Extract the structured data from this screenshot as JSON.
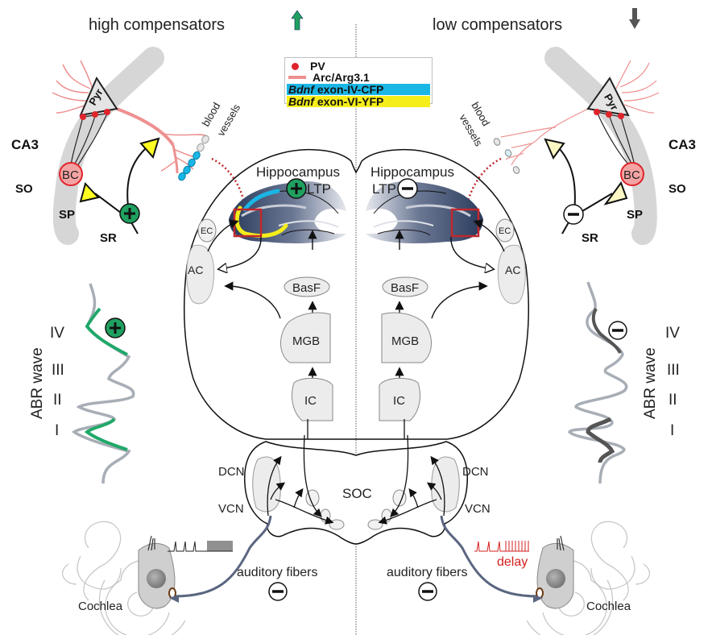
{
  "headers": {
    "left": "high compensators",
    "right": "low compensators",
    "left_arrow": "up-arrow",
    "right_arrow": "down-arrow"
  },
  "colors": {
    "up_arrow": "#1fa060",
    "down_arrow": "#555555",
    "plus_circle": "#1fa060",
    "pv_dot": "#e0242b",
    "arc": "#ee9090",
    "cfp": "#1ab6e6",
    "yfp": "#f5ee1a",
    "delay": "#d42020",
    "abr_green": "#20a86a",
    "abr_gray": "#a8aeb6",
    "abr_dark": "#555555",
    "box_red": "#c0282c"
  },
  "legend": {
    "pv": "PV",
    "arc": "Arc/Arg3.1",
    "cfp_gene": "Bdnf",
    "cfp_rest": "exon-IV-CFP",
    "yfp_gene": "Bdnf",
    "yfp_rest": "exon-VI-YFP"
  },
  "hippocampus": {
    "region_label": "CA3",
    "layers": [
      "SO",
      "SP",
      "SR"
    ],
    "pyramidal": "Pyr",
    "basket": "BC",
    "blood_line1": "blood",
    "blood_line2": "vessels",
    "left_label": "Hippocampus",
    "right_label": "Hippocampus",
    "ltp": "LTP",
    "left_sign": "+",
    "right_sign": "−"
  },
  "brain_regions": {
    "ec": "EC",
    "ac": "AC",
    "basf": "BasF",
    "mgb": "MGB",
    "ic": "IC",
    "dcn": "DCN",
    "vcn": "VCN",
    "soc": "SOC"
  },
  "abr": {
    "title": "ABR wave",
    "waves": [
      "IV",
      "III",
      "II",
      "I"
    ],
    "left_sign": "+",
    "right_sign": "−"
  },
  "periphery": {
    "fibers": "auditory fibers",
    "fiber_sign": "−",
    "cochlea": "Cochlea",
    "delay": "delay"
  }
}
